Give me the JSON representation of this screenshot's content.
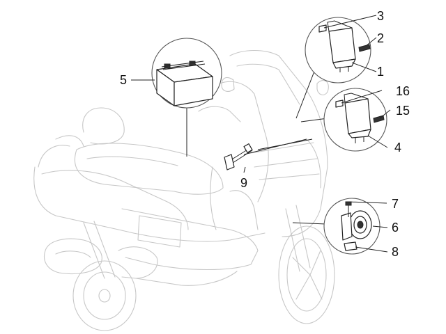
{
  "callouts": {
    "c1": "1",
    "c2": "2",
    "c3": "3",
    "c4": "4",
    "c5": "5",
    "c6": "6",
    "c7": "7",
    "c8": "8",
    "c9": "9",
    "c15": "15",
    "c16": "16"
  },
  "colors": {
    "ghost_outline": "#c7c7c7",
    "part_outline": "#222222",
    "background": "#ffffff"
  }
}
